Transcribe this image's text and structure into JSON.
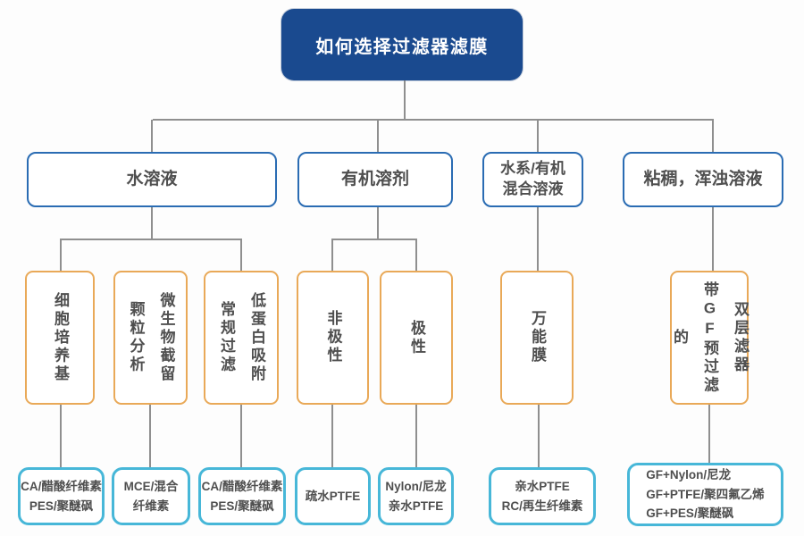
{
  "title": "如何选择过滤器滤膜",
  "colors": {
    "bg": "#fdfdfd",
    "root_bg": "#1a4a8f",
    "root_text": "#ffffff",
    "tier2_border": "#2a6cb3",
    "tier3_border": "#e9a958",
    "tier4_border": "#47b7d8",
    "text": "#4f4f4f",
    "connector": "#8f8f8f"
  },
  "tier2": [
    {
      "label": "水溶液"
    },
    {
      "label": "有机溶剂"
    },
    {
      "label": "水系/有机\n混合溶液"
    },
    {
      "label": "粘稠，浑浊溶液"
    }
  ],
  "tier3": [
    {
      "label": "细胞培养基"
    },
    {
      "label": "微生物截留\n颗粒分析"
    },
    {
      "label": "低蛋白吸附\n常规过滤"
    },
    {
      "label": "非极性"
    },
    {
      "label": "极性"
    },
    {
      "label": "万能膜"
    },
    {
      "label": "双层滤器\n带GF预过滤的"
    }
  ],
  "tier4": [
    {
      "label": "CA/醋酸纤维素\nPES/聚醚砜"
    },
    {
      "label": "MCE/混合\n纤维素"
    },
    {
      "label": "CA/醋酸纤维素\nPES/聚醚砜"
    },
    {
      "label": "疏水PTFE"
    },
    {
      "label": "Nylon/尼龙\n亲水PTFE"
    },
    {
      "label": "亲水PTFE\nRC/再生纤维素"
    },
    {
      "label": "GF+Nylon/尼龙\nGF+PTFE/聚四氟乙烯\nGF+PES/聚醚砜"
    }
  ]
}
